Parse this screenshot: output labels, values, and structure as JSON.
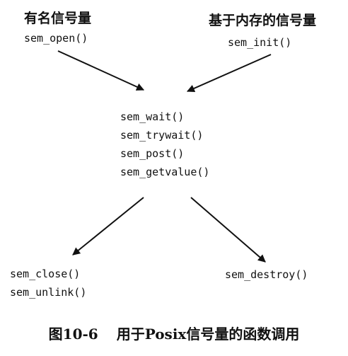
{
  "left_source": {
    "title": "有名信号量",
    "function": "sem_open()"
  },
  "right_source": {
    "title": "基于内存的信号量",
    "function": "sem_init()"
  },
  "shared_functions": [
    "sem_wait()",
    "sem_trywait()",
    "sem_post()",
    "sem_getvalue()"
  ],
  "left_target": [
    "sem_close()",
    "sem_unlink()"
  ],
  "right_target": [
    "sem_destroy()"
  ],
  "caption": {
    "figure_number": "图10-6",
    "text": "用于Posix信号量的函数调用"
  },
  "colors": {
    "ink": "#111111",
    "background": "#ffffff"
  }
}
